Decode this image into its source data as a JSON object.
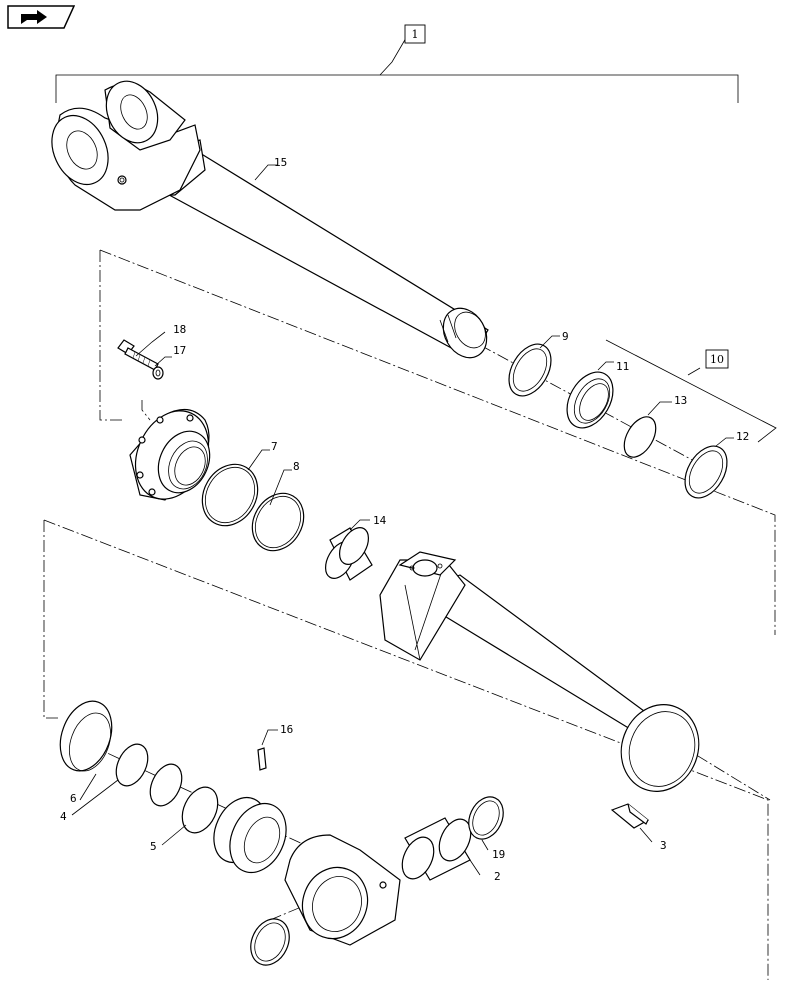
{
  "toolbar": {
    "nav_icon": "arrow-right-icon"
  },
  "assembly_boxes": {
    "cylinder_assembly": "1",
    "seal_kit": "10"
  },
  "callouts": {
    "c2": "2",
    "c3": "3",
    "c4": "4",
    "c5": "5",
    "c6": "6",
    "c7": "7",
    "c8": "8",
    "c9": "9",
    "c11": "11",
    "c12": "12",
    "c13": "13",
    "c14": "14",
    "c15": "15",
    "c16": "16",
    "c17": "17",
    "c18": "18",
    "c19": "19"
  }
}
